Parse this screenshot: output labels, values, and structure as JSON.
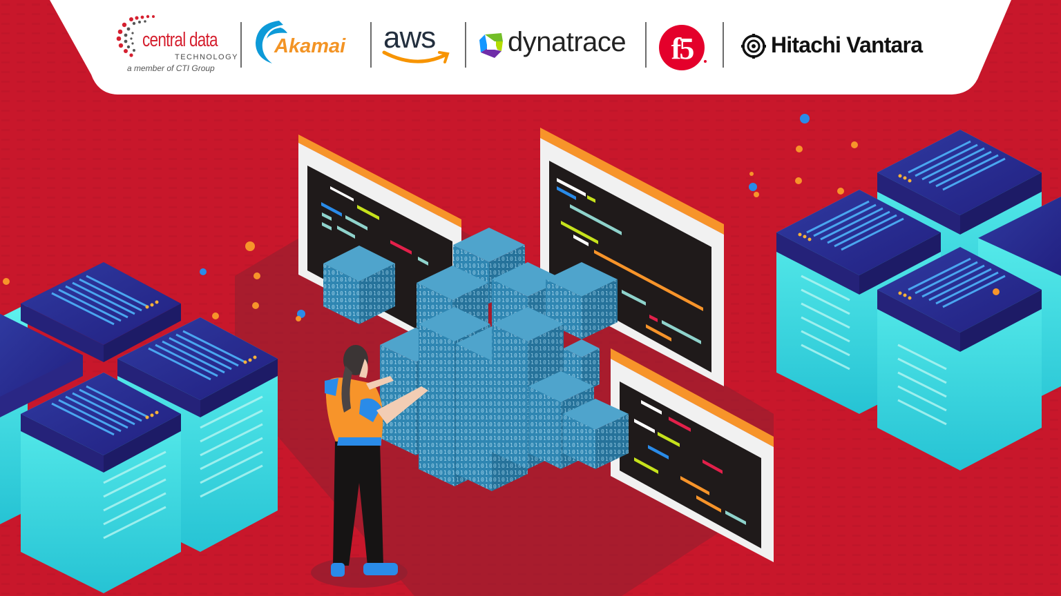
{
  "banner": {
    "background_color": "#c8172b",
    "logo_bar_color": "#ffffff"
  },
  "logos": [
    {
      "name": "central data",
      "subtitle": "TECHNOLOGY",
      "tagline": "a member of CTI Group",
      "color": "#d5202f"
    },
    {
      "name": "Akamai",
      "color": "#f39425",
      "swoosh_color": "#0d9ad8"
    },
    {
      "name": "aws",
      "color": "#232f3e",
      "smile_color": "#f79400"
    },
    {
      "name": "dynatrace",
      "color": "#222222"
    },
    {
      "name": "f5",
      "color": "#e4002b"
    },
    {
      "name": "Hitachi Vantara",
      "color": "#111111"
    }
  ],
  "illustration": {
    "description": "Isometric data center scene: person reviewing code screens beside binary data cubes and server racks",
    "colors": {
      "server_top": "#2b2a8f",
      "server_vent": "#4aa6f0",
      "server_glow": "#3ee0e0",
      "cube": "#2f86b2",
      "screen_frame": "#f1f1f1",
      "screen_bar": "#f7942a",
      "screen_bg": "#1f1a1a",
      "shirt": "#f7942a",
      "sleeve": "#2a8be8",
      "pants": "#161414"
    }
  }
}
